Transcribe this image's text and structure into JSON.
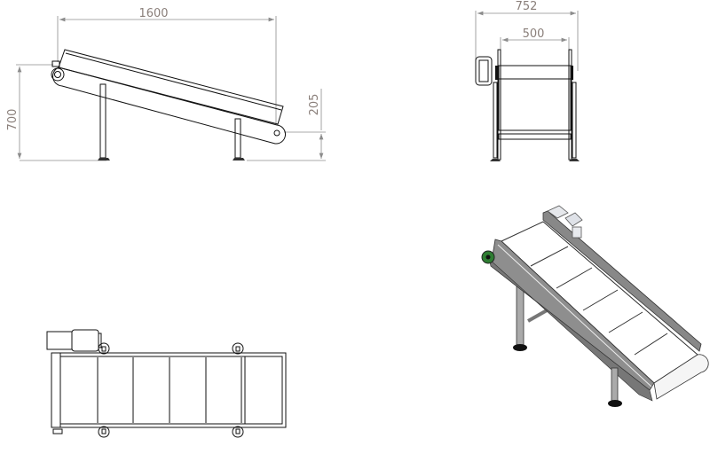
{
  "side_view": {
    "length_label": "1600",
    "height_label": "700",
    "discharge_height_label": "205"
  },
  "front_view": {
    "overall_width_label": "752",
    "belt_width_label": "500"
  },
  "colors": {
    "dimension": "#8a7f7a",
    "line": "#111111",
    "steel": "#8e8e8e",
    "pulley_green": "#2e7d32"
  }
}
